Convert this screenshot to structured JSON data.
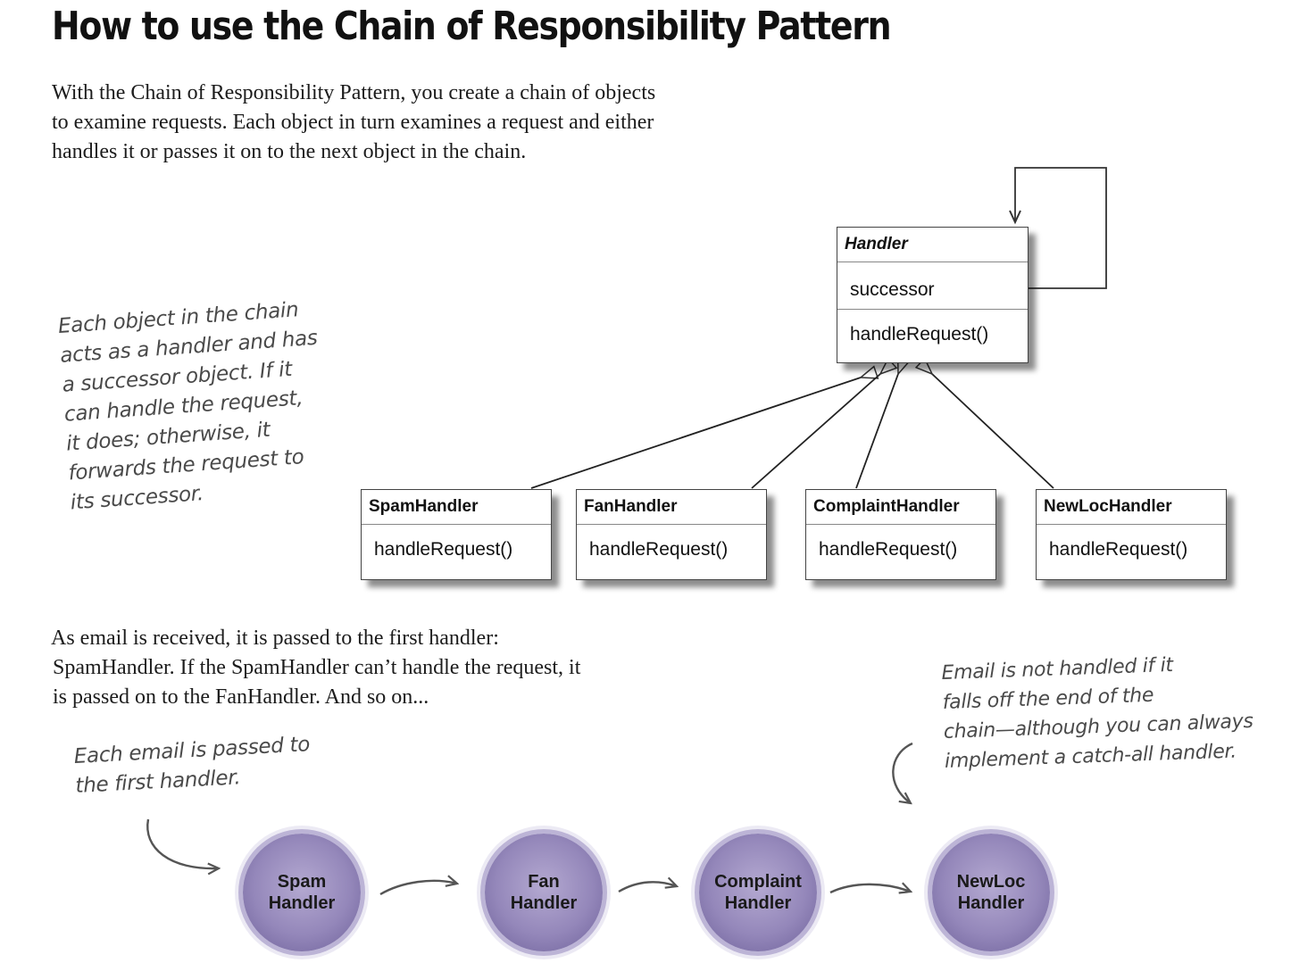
{
  "title": "How to use the Chain of Responsibility Pattern",
  "intro": [
    "With the Chain of Responsibility Pattern, you create a chain of objects",
    "to examine requests. Each object in turn examines a request and either",
    "handles it or passes it on to the next object in the chain."
  ],
  "note_handler": [
    "Each object in the chain",
    "acts as a handler and has",
    "a successor object. If it",
    "can handle the request,",
    "it does; otherwise, it",
    "forwards the request to",
    "its successor."
  ],
  "handler_class": {
    "name": "Handler",
    "attribute": "successor",
    "method": "handleRequest()"
  },
  "subclasses": [
    {
      "name": "SpamHandler",
      "method": "handleRequest()"
    },
    {
      "name": "FanHandler",
      "method": "handleRequest()"
    },
    {
      "name": "ComplaintHandler",
      "method": "handleRequest()"
    },
    {
      "name": "NewLocHandler",
      "method": "handleRequest()"
    }
  ],
  "flow_text": [
    "As email is received, it is passed to the first handler:",
    "SpamHandler. If the SpamHandler can’t handle the request, it",
    "is passed on to the FanHandler. And so on..."
  ],
  "note_first": [
    "Each email is passed to",
    "the first handler."
  ],
  "note_end": [
    "Email is not handled if it",
    "falls off the end of the",
    "chain—although you can always",
    "implement a catch-all handler."
  ],
  "chain_nodes": [
    {
      "line1": "Spam",
      "line2": "Handler"
    },
    {
      "line1": "Fan",
      "line2": "Handler"
    },
    {
      "line1": "Complaint",
      "line2": "Handler"
    },
    {
      "line1": "NewLoc",
      "line2": "Handler"
    }
  ],
  "colors": {
    "node_fill": "#9487ba",
    "arrow": "#555555",
    "uml_border": "#444444"
  }
}
